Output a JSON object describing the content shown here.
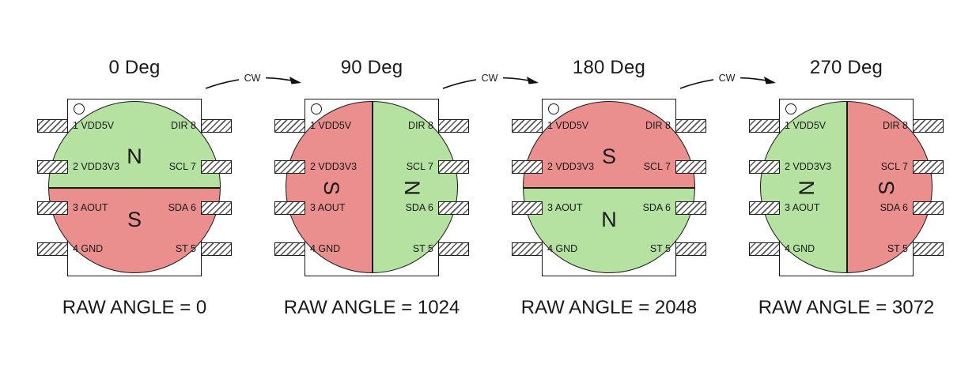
{
  "figures": [
    {
      "title": "0 Deg",
      "raw_angle": "RAW ANGLE = 0",
      "poles": {
        "a": "N",
        "b": "S"
      }
    },
    {
      "title": "90 Deg",
      "raw_angle": "RAW ANGLE = 1024",
      "poles": {
        "a": "S",
        "b": "N"
      }
    },
    {
      "title": "180 Deg",
      "raw_angle": "RAW ANGLE = 2048",
      "poles": {
        "a": "S",
        "b": "N"
      }
    },
    {
      "title": "270 Deg",
      "raw_angle": "RAW ANGLE = 3072",
      "poles": {
        "a": "N",
        "b": "S"
      }
    }
  ],
  "chip": {
    "left_pins": [
      "1 VDD5V",
      "2 VDD3V3",
      "3 AOUT",
      "4 GND"
    ],
    "right_pins": [
      "DIR 8",
      "SCL 7",
      "SDA 6",
      "ST 5"
    ]
  },
  "cw_arrows": [
    {
      "label": "CW"
    },
    {
      "label": "CW"
    },
    {
      "label": "CW"
    }
  ],
  "colors": {
    "north_pole_green": "#b5e2a0",
    "south_pole_red": "#ea8e8e"
  }
}
